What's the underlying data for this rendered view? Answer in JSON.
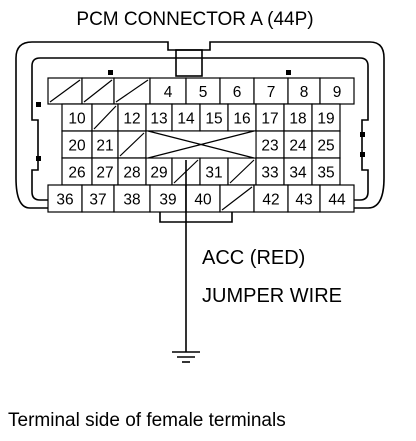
{
  "diagram": {
    "title": "PCM CONNECTOR A (44P)",
    "caption": "Terminal side of female terminals",
    "wire_label_line1": "ACC (RED)",
    "wire_label_line2": "JUMPER WIRE",
    "rows": [
      {
        "cells": [
          {
            "text": "",
            "blank": true
          },
          {
            "text": "",
            "blank": true
          },
          {
            "text": "",
            "blank": true
          },
          {
            "text": "4"
          },
          {
            "text": "5"
          },
          {
            "text": "6"
          },
          {
            "text": "7"
          },
          {
            "text": "8"
          },
          {
            "text": "9"
          }
        ]
      },
      {
        "cells": [
          {
            "text": "10"
          },
          {
            "text": "",
            "blank": true
          },
          {
            "text": "12"
          },
          {
            "text": "13"
          },
          {
            "text": "14"
          },
          {
            "text": "15"
          },
          {
            "text": "16"
          },
          {
            "text": "17"
          },
          {
            "text": "18"
          },
          {
            "text": "19"
          }
        ]
      },
      {
        "cells": [
          {
            "text": "20"
          },
          {
            "text": "21"
          },
          {
            "text": "",
            "blank": true
          },
          {
            "text": "",
            "blank": true
          },
          {
            "text": "",
            "blank": true
          },
          {
            "text": "",
            "blank": true
          },
          {
            "text": "",
            "blank": true
          },
          {
            "text": "23"
          },
          {
            "text": "24"
          },
          {
            "text": "25"
          }
        ]
      },
      {
        "cells": [
          {
            "text": "26"
          },
          {
            "text": "27"
          },
          {
            "text": "28"
          },
          {
            "text": "29"
          },
          {
            "text": "",
            "blank": true
          },
          {
            "text": "31"
          },
          {
            "text": "",
            "blank": true
          },
          {
            "text": "33"
          },
          {
            "text": "34"
          },
          {
            "text": "35"
          }
        ]
      },
      {
        "cells": [
          {
            "text": "36"
          },
          {
            "text": "37"
          },
          {
            "text": "38"
          },
          {
            "text": "39"
          },
          {
            "text": "40"
          },
          {
            "text": "",
            "blank": true
          },
          {
            "text": "42"
          },
          {
            "text": "43"
          },
          {
            "text": "44"
          }
        ]
      }
    ]
  }
}
